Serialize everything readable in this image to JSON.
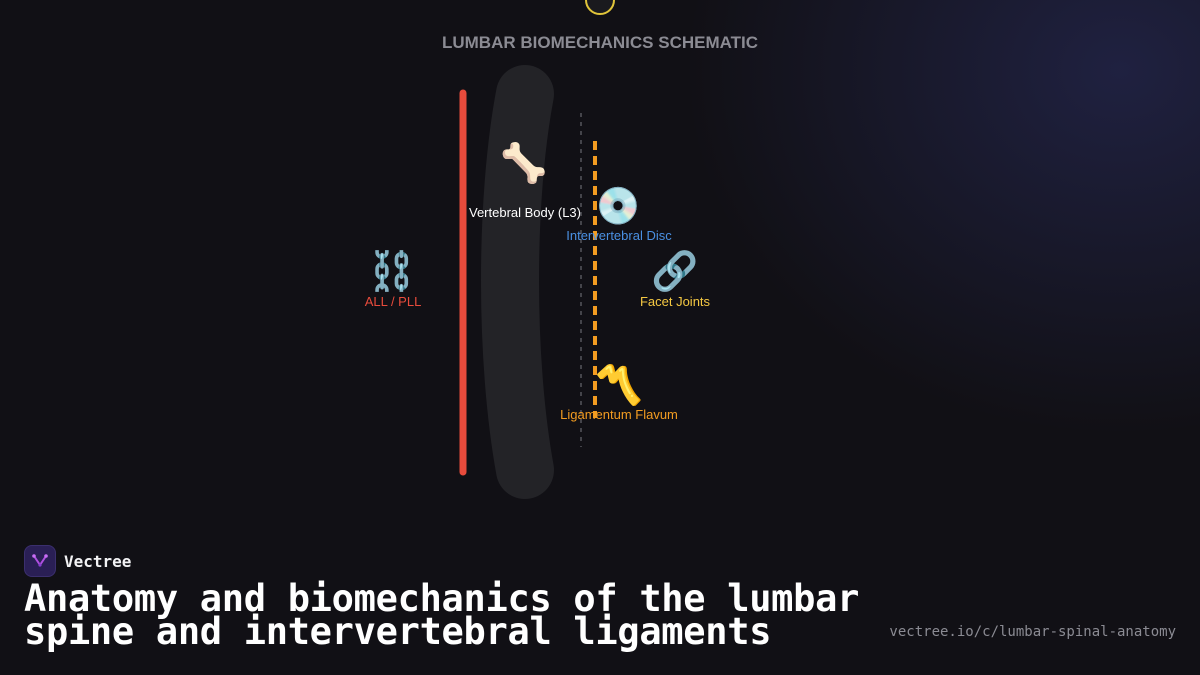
{
  "diagram": {
    "title": "LUMBAR BIOMECHANICS SCHEMATIC",
    "labels": {
      "vertebral_body": "Vertebral Body (L3)",
      "intervertebral_disc": "Intervertebral Disc",
      "all_pll": "ALL / PLL",
      "facet_joints": "Facet Joints",
      "ligamentum_flavum": "Ligamentum Flavum"
    },
    "icons": {
      "vertebral_body": "🦴",
      "intervertebral_disc": "💿",
      "all_pll": "⛓️",
      "facet_joints": "🔗",
      "ligamentum_flavum": "〽️"
    },
    "colors": {
      "all_pll": "#e84b3c",
      "facet_joints": "#f5c842",
      "ligamentum_flavum": "#f39c21",
      "intervertebral_disc": "#4a90e2",
      "vertebral_body": "#ffffff",
      "title": "#8b8b93",
      "spine_column": "#232327"
    }
  },
  "brand": {
    "name": "Vectree"
  },
  "headline": "Anatomy and biomechanics of the lumbar spine and intervertebral ligaments",
  "url": "vectree.io/c/lumbar-spinal-anatomy"
}
